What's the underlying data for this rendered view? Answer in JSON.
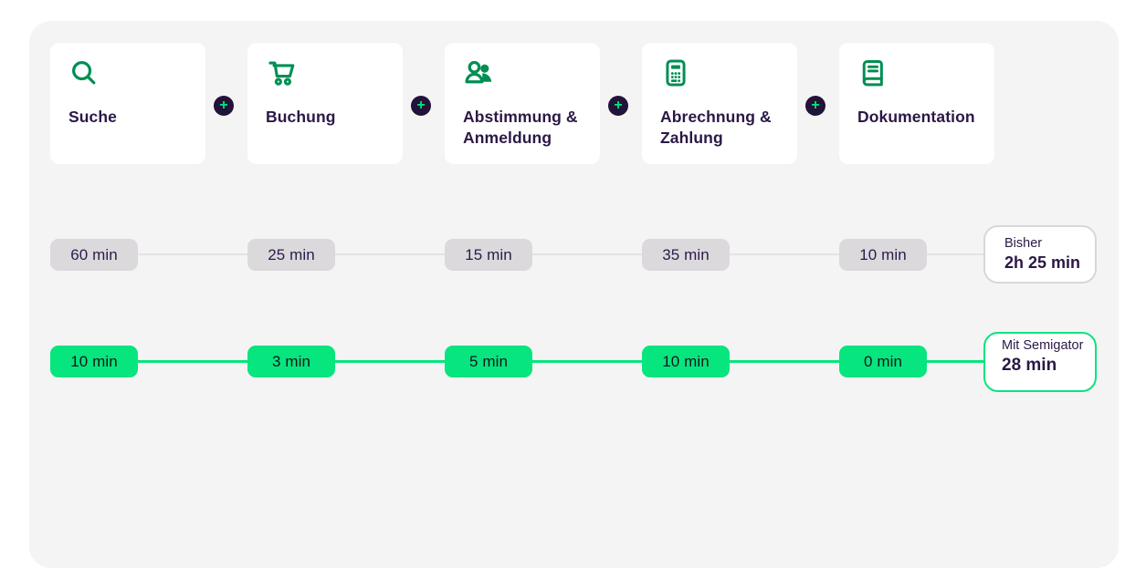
{
  "connector": {
    "symbol": "+"
  },
  "steps": [
    {
      "label": "Suche",
      "icon": "search-icon",
      "old_time": "60 min",
      "new_time": "10 min"
    },
    {
      "label": "Buchung",
      "icon": "cart-icon",
      "old_time": "25 min",
      "new_time": "3 min"
    },
    {
      "label": "Abstimmung & Anmeldung",
      "icon": "people-icon",
      "old_time": "15 min",
      "new_time": "5 min"
    },
    {
      "label": "Abrechnung & Zahlung",
      "icon": "calculator-icon",
      "old_time": "35 min",
      "new_time": "10 min"
    },
    {
      "label": "Dokumentation",
      "icon": "book-icon",
      "old_time": "10 min",
      "new_time": "0 min"
    }
  ],
  "totals": {
    "old": {
      "prefix": "Bisher",
      "value": "2h 25 min"
    },
    "new": {
      "prefix": "Mit Semigator",
      "value": "28 min"
    }
  },
  "colors": {
    "brand_green": "#008f52",
    "bright_green": "#07e57e",
    "dark_purple": "#2b1846",
    "plus_badge_bg": "#221339",
    "gray_pill": "#dbd9db",
    "panel_bg": "#f5f4f5"
  }
}
